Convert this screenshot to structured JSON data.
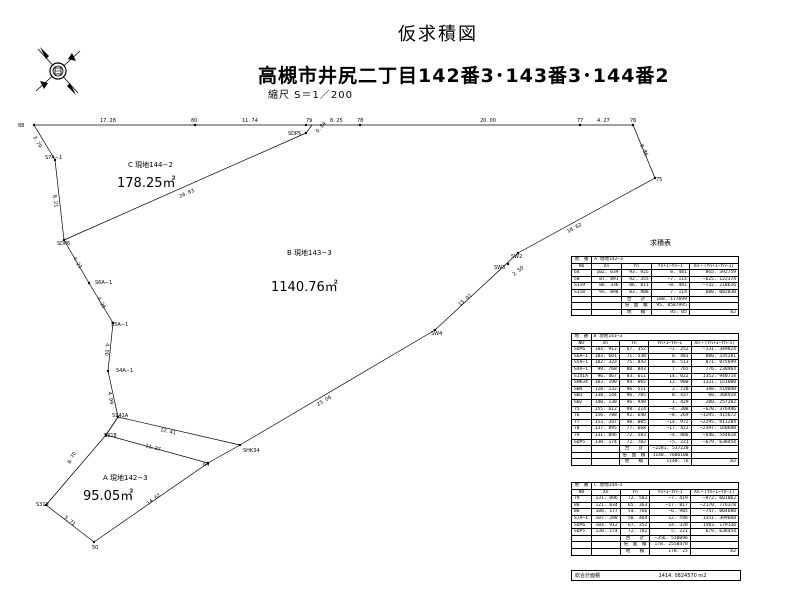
{
  "header": {
    "title": "仮求積図",
    "address": "高槻市井尻二丁目142番3･143番3･144番2",
    "scale": "縮尺 S＝1／200"
  },
  "compass": {
    "icon": "compass-rose-icon"
  },
  "plots": [
    {
      "id": "C",
      "label": "C 現地144−2",
      "area": "178.25㎡"
    },
    {
      "id": "B",
      "label": "B 現地143−3",
      "area": "1140.76㎡"
    },
    {
      "id": "A",
      "label": "A 現地142−3",
      "area": "95.05㎡"
    }
  ],
  "points": [
    {
      "name": "88"
    },
    {
      "name": "80"
    },
    {
      "name": "79"
    },
    {
      "name": "SDP5"
    },
    {
      "name": "78"
    },
    {
      "name": "77"
    },
    {
      "name": "76"
    },
    {
      "name": "75"
    },
    {
      "name": "SW2"
    },
    {
      "name": "SW3"
    },
    {
      "name": "SW4"
    },
    {
      "name": "SHK34"
    },
    {
      "name": "64"
    },
    {
      "name": "S318"
    },
    {
      "name": "S141A"
    },
    {
      "name": "S4A−1"
    },
    {
      "name": "S5A−1"
    },
    {
      "name": "S6A−1"
    },
    {
      "name": "SDP6"
    },
    {
      "name": "S7A−1"
    },
    {
      "name": "S319"
    },
    {
      "name": "50"
    }
  ],
  "dimensions": [
    "17. 28",
    "11. 74",
    "8. 25",
    "20. 00",
    "4. 27",
    "0. 84",
    "8. 86",
    "3. 79",
    "8. 21",
    "28. 83",
    "18. 62",
    "2. 50",
    "15. 01",
    "25. 06",
    "4. 21",
    "4. 26",
    "4. 00",
    "4. 99",
    "12. 41",
    "11. 37",
    "8. 70",
    "14. 62",
    "5. 71"
  ],
  "summary_title": "求積表",
  "tables": [
    {
      "header": [
        "地　番",
        "A  現地142−3",
        "",
        "",
        ""
      ],
      "cols": [
        "NO",
        "Xn",
        "Yn",
        "Yn+1−Yn−1",
        "Xn・(Yn+1−Yn−1)"
      ],
      "rows": [
        [
          "64",
          "102. 039",
          "93. 925",
          "8. 481",
          "865. 392759"
        ],
        [
          "50",
          "87. 891",
          "92. 355",
          "−7. 114",
          "−625. 122374"
        ],
        [
          "S319",
          "86. 336",
          "86. 811",
          "−8. 481",
          "−732. 218616"
        ],
        [
          "S318",
          "95. 898",
          "83. 908",
          "7. 114",
          "680. 082830"
        ]
      ],
      "sum_label": "合　　計",
      "sum_value": "188. 177699",
      "dbl_label": "倍　面　積",
      "dbl_value": "95. 0587995",
      "area_label": "地　　積",
      "area_value": "95. 05",
      "unit": "m2"
    },
    {
      "header": [
        "地　番",
        "B  現地143−3",
        "",
        "",
        ""
      ],
      "cols": [
        "NO",
        "Xn",
        "Yn",
        "Yn+1−Yn−1",
        "Xn・(Yn+1−Yn−1)"
      ],
      "rows": [
        [
          "SDP6",
          "104. 912",
          "67. 352",
          "−1. 252",
          "−131. 349824"
        ],
        [
          "S6A−1",
          "103. 601",
          "71. 530",
          "8. 481",
          "880. 335281"
        ],
        [
          "S5A−1",
          "102. 323",
          "75. 843",
          "8. 513",
          "871. 075699"
        ],
        [
          "S4A−1",
          "99. 768",
          "80. 043",
          "7. 765",
          "776. 230964"
        ],
        [
          "S141A",
          "96. 467",
          "83. 611",
          "14. 022",
          "1352. 940714"
        ],
        [
          "SHK34",
          "103. 190",
          "94. 065",
          "12. 900",
          "1331. 151000"
        ],
        [
          "SW4",
          "128. 132",
          "96. 511",
          "2. 720",
          "348. 519040"
        ],
        [
          "SW3",
          "138. 144",
          "96. 785",
          "0. 437",
          "60. 368928"
        ],
        [
          "SW2",
          "140. 138",
          "96. 948",
          "1. 429",
          "200. 257202"
        ],
        [
          "75",
          "155. 612",
          "98. 214",
          "−4. 308",
          "−670. 376496"
        ],
        [
          "76",
          "156. 708",
          "92. 640",
          "−8. 269",
          "−1295. 415672"
        ],
        [
          "77",
          "153. 347",
          "90. 005",
          "−14. 972",
          "−2295. 911284"
        ],
        [
          "78",
          "137. 895",
          "77. 668",
          "−17. 422",
          "−2397. 160690"
        ],
        [
          "79",
          "131. 096",
          "72. 583",
          "−4. 886",
          "−640. 544828"
        ],
        [
          "SDP5",
          "130. 174",
          "72. 782",
          "−5. 221",
          "−679. 638454"
        ]
      ],
      "sum_label": "合　　計",
      "sum_value": "−2281. 537220",
      "dbl_label": "倍　面　積",
      "dbl_value": "1140. 7686100",
      "area_label": "地　　積",
      "area_value": "1140. 76",
      "unit": "m2"
    },
    {
      "header": [
        "地　番",
        "C  現地144−2",
        "",
        "",
        ""
      ],
      "cols": [
        "NO",
        "Xn",
        "Yn",
        "Yn+1−Yn−1",
        "Xn・(Yn+1−Yn−1)"
      ],
      "rows": [
        [
          "79",
          "131. 096",
          "72. 583",
          "−7. 419",
          "−972. 601062"
        ],
        [
          "80",
          "121. 834",
          "65. 363",
          "−17. 817",
          "−2170. 776378"
        ],
        [
          "88",
          "108. 177",
          "54. 766",
          "−6. 905",
          "−747. 004680"
        ],
        [
          "S7A−1",
          "107. 288",
          "58. 464",
          "12. 596",
          "1351. 399668"
        ],
        [
          "SDP6",
          "104. 912",
          "67. 352",
          "14. 328",
          "1503. 179136"
        ],
        [
          "SDP5",
          "130. 174",
          "72. 782",
          "5. 221",
          "679. 638454"
        ]
      ],
      "sum_label": "合　　計",
      "sum_value": "−356. 510096",
      "dbl_label": "倍　面　積",
      "dbl_value": "178. 2550478",
      "area_label": "地　　積",
      "area_value": "178. 25",
      "unit": "m2"
    }
  ],
  "total": {
    "label": "総合計面積",
    "value": "1414. 0824570 m2"
  }
}
